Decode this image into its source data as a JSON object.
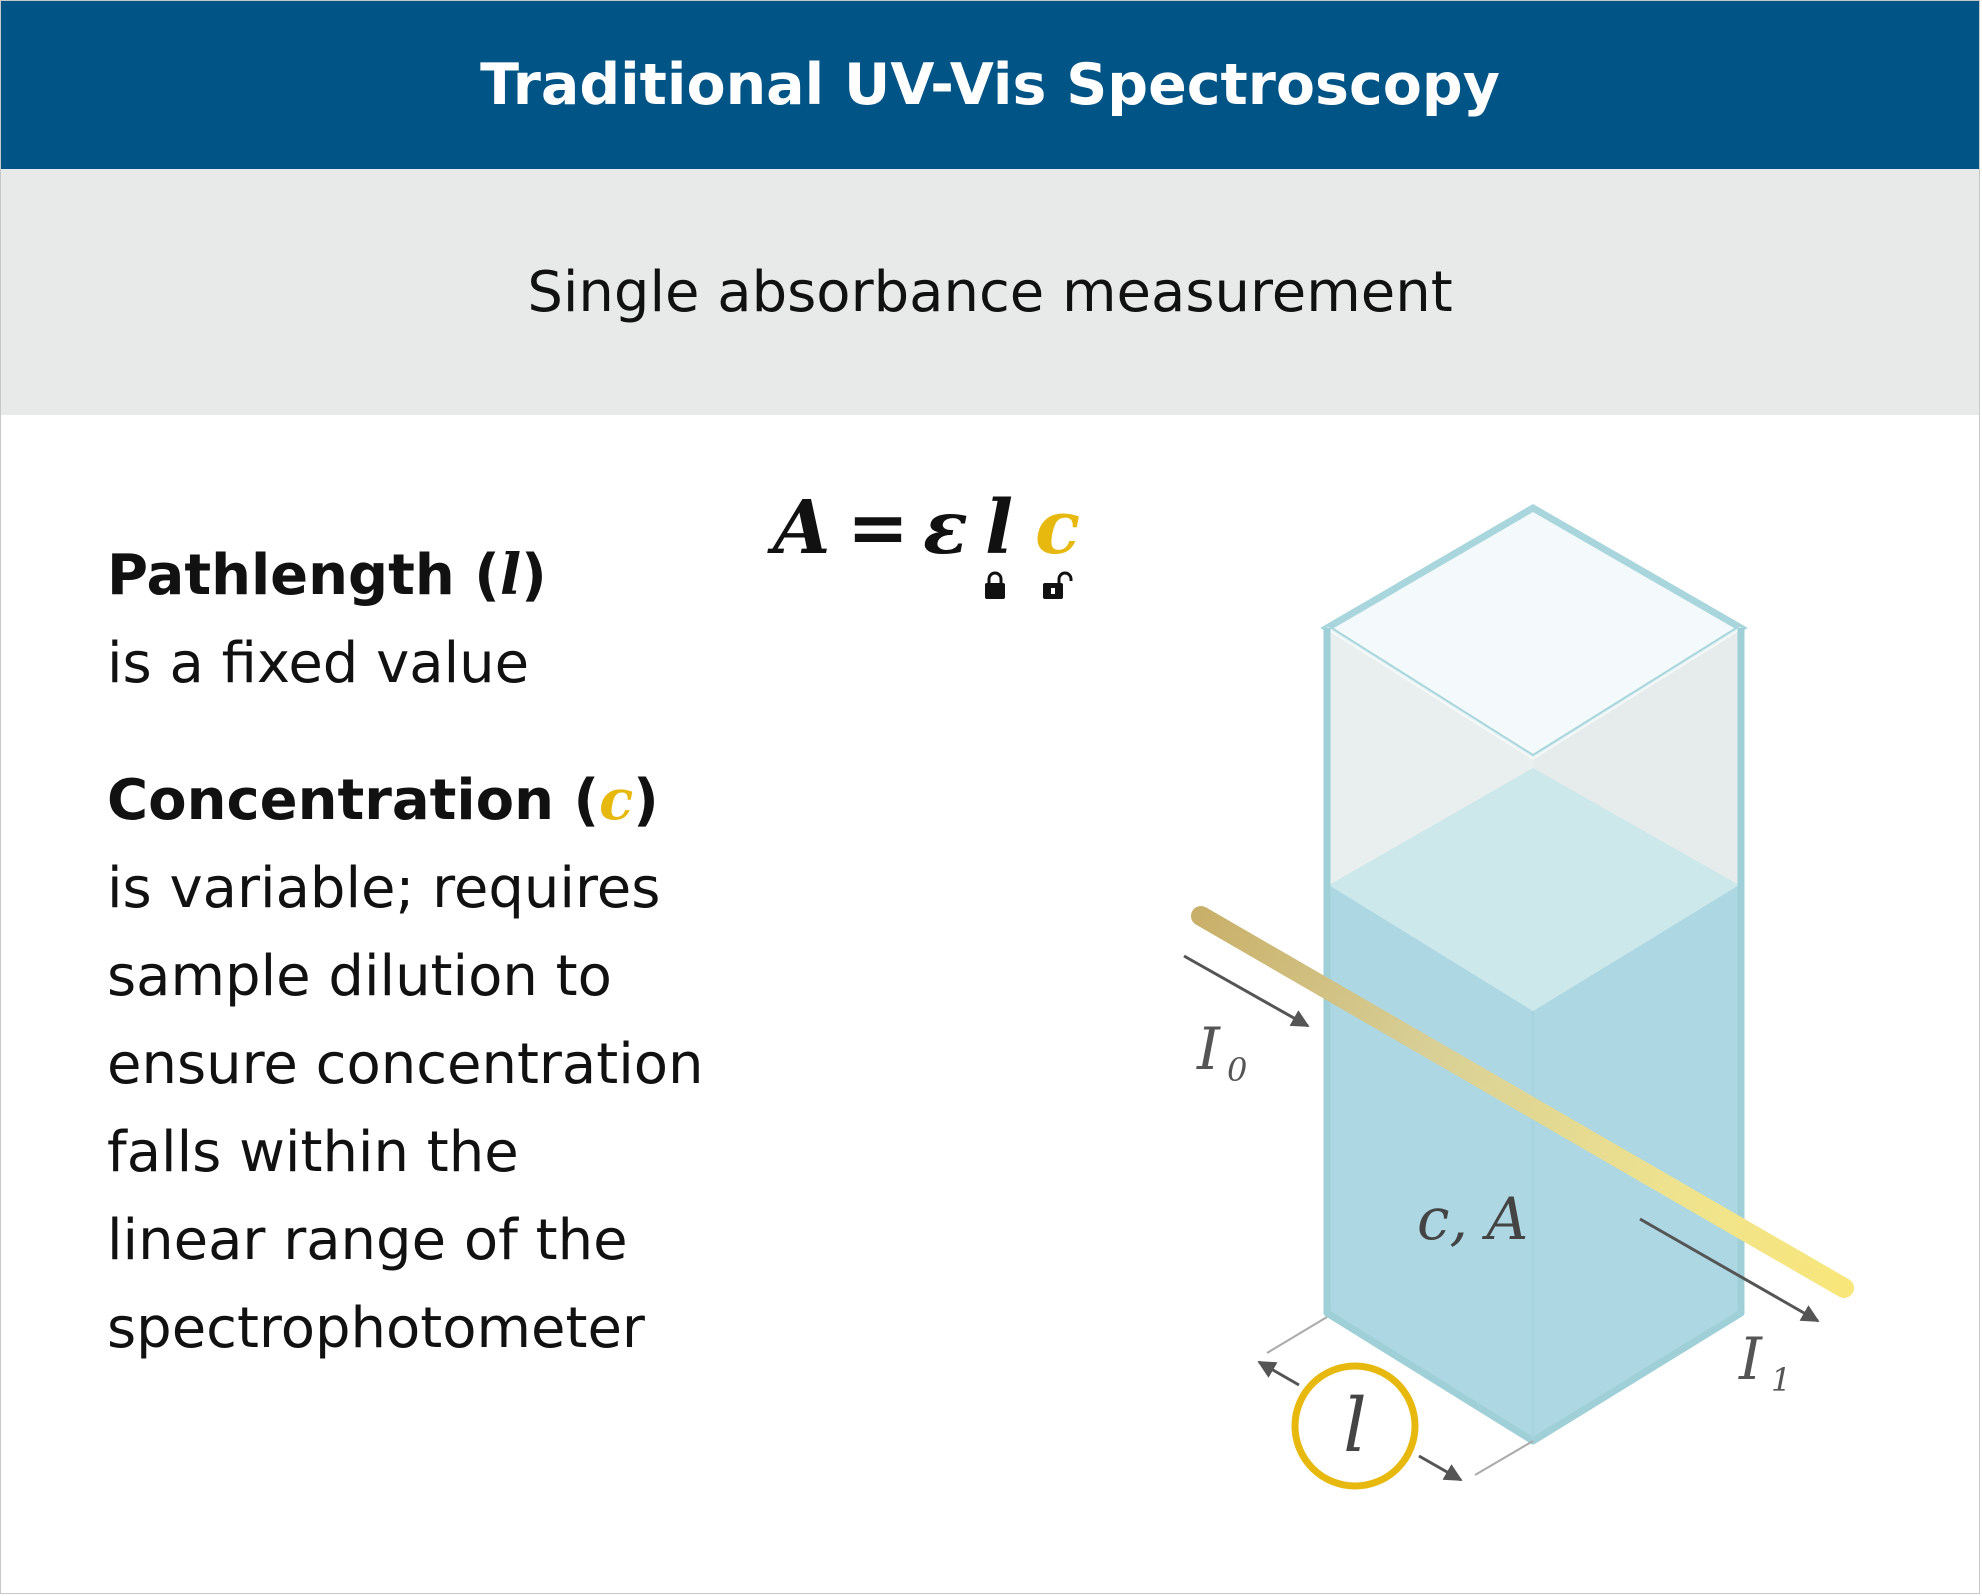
{
  "title": "Traditional UV-Vis Spectroscopy",
  "subtitle": "Single absorbance measurement",
  "equation": {
    "A": "A",
    "equals": "=",
    "epsilon": "ε",
    "l": "l",
    "c": "c",
    "lock_icon": "lock-icon",
    "unlock_icon": "unlock-icon"
  },
  "pathlength": {
    "heading_text": "Pathlength (",
    "heading_var": "l",
    "heading_close": ")",
    "body": "is a fixed value"
  },
  "concentration": {
    "heading_text": "Concentration (",
    "heading_var": "c",
    "heading_close": ")",
    "body_lines": [
      "is variable; requires",
      "sample dilution to",
      "ensure concentration",
      "falls within the",
      "linear range of the",
      "spectrophotometer"
    ]
  },
  "diagram": {
    "I0": "I",
    "I0_sub": "0",
    "I1": "I",
    "I1_sub": "1",
    "sample_label": "c, A",
    "pathlength_label": "l"
  },
  "colors": {
    "header": "#005486",
    "subheader": "#e8eaea",
    "accent_yellow": "#e7b90e",
    "liquid": "#a9d6e2",
    "cuvette_edge": "#9fd0d8",
    "beam": "#f5e27a"
  }
}
